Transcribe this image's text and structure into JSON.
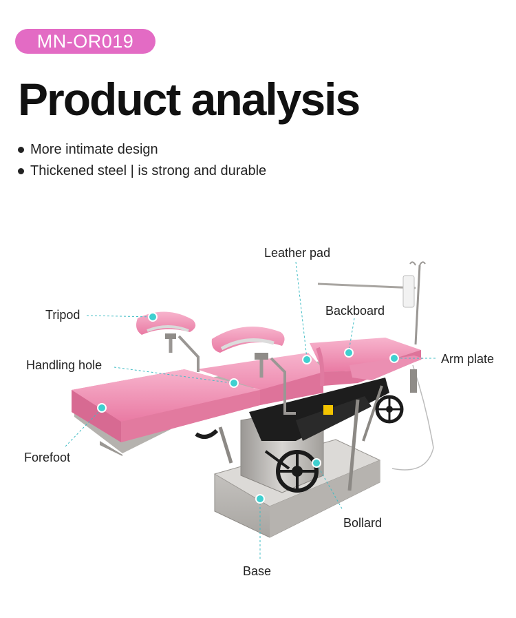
{
  "badge": "MN-OR019",
  "title": "Product analysis",
  "bullets": [
    "More intimate design",
    "Thickened steel | is strong and durable"
  ],
  "labels": {
    "leather_pad": "Leather pad",
    "tripod": "Tripod",
    "backboard": "Backboard",
    "handling_hole": "Handling hole",
    "arm_plate": "Arm plate",
    "forefoot": "Forefoot",
    "bollard": "Bollard",
    "base": "Base"
  },
  "colors": {
    "badge": "#e36bc4",
    "pad": "#f08db0",
    "marker": "#3fd0d0",
    "steel": "#b9b6b2"
  }
}
